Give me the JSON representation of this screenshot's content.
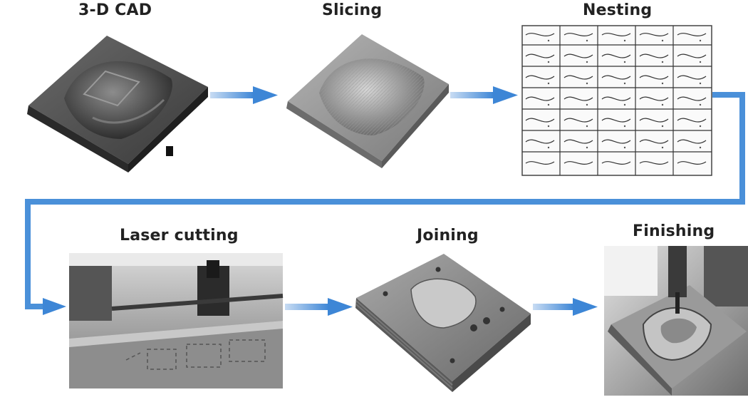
{
  "steps": [
    {
      "id": "cad",
      "label": "3-D CAD"
    },
    {
      "id": "slicing",
      "label": "Slicing"
    },
    {
      "id": "nesting",
      "label": "Nesting"
    },
    {
      "id": "laser",
      "label": "Laser cutting"
    },
    {
      "id": "joining",
      "label": "Joining"
    },
    {
      "id": "finishing",
      "label": "Finishing"
    }
  ],
  "colors": {
    "arrow": "#4a90d9",
    "arrow_light": "#9cc3ee",
    "label": "#222222"
  }
}
